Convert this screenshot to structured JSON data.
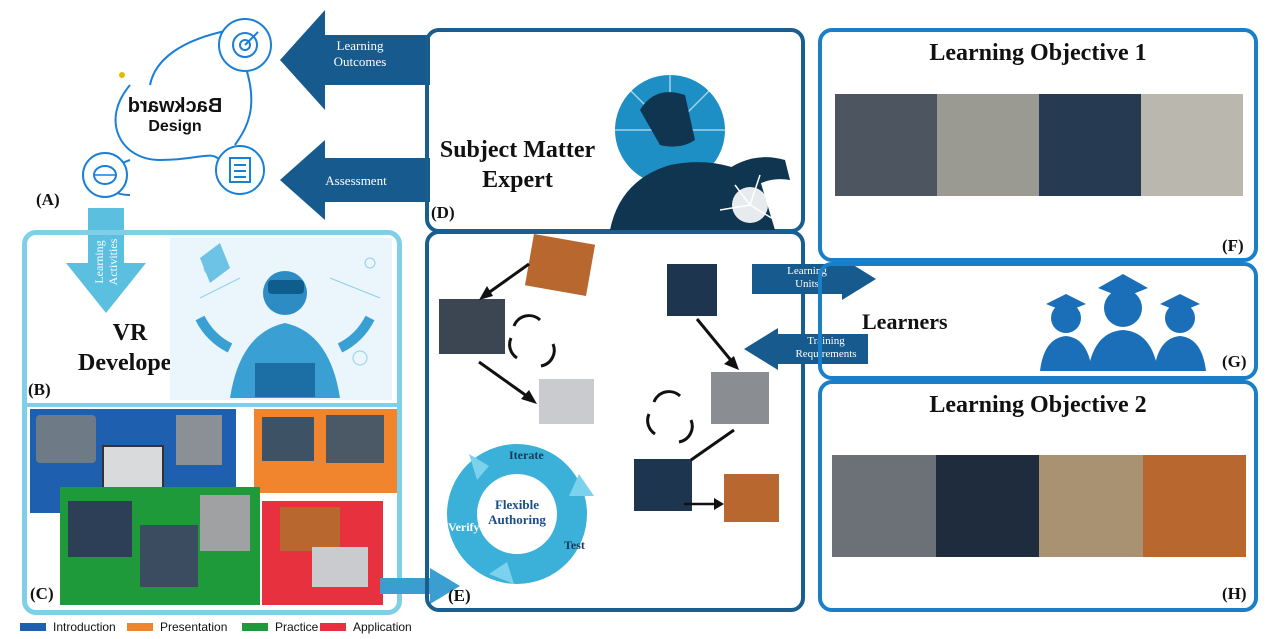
{
  "backward_design": {
    "line1": "Backward",
    "line2": "Design",
    "label": "(A)"
  },
  "arrows": {
    "learning_outcomes": [
      "Learning",
      "Outcomes"
    ],
    "assessment": "Assessment",
    "learning_activities": [
      "Learning",
      "Activities"
    ],
    "learning_units": [
      "Learning",
      "Units"
    ],
    "training_requirements": [
      "Training",
      "Requirements"
    ]
  },
  "panels": {
    "sme": {
      "title_line1": "Subject Matter",
      "title_line2": "Expert",
      "label": "(D)"
    },
    "vr_dev": {
      "title_line1": "VR",
      "title_line2": "Developer",
      "label": "(B)"
    },
    "scenes": {
      "label": "(C)"
    },
    "authoring": {
      "label": "(E)",
      "center_line1": "Flexible",
      "center_line2": "Authoring",
      "iterate": "Iterate",
      "test": "Test",
      "verify": "Verify"
    },
    "lo1": {
      "title": "Learning Objective 1",
      "label": "(F)"
    },
    "learners": {
      "title": "Learners",
      "label": "(G)"
    },
    "lo2": {
      "title": "Learning Objective 2",
      "label": "(H)"
    }
  },
  "legend": [
    {
      "label": "Introduction",
      "color": "#1f5fb0"
    },
    {
      "label": "Presentation",
      "color": "#f0852d"
    },
    {
      "label": "Practice",
      "color": "#1f9a3a"
    },
    {
      "label": "Application",
      "color": "#e8313e"
    }
  ],
  "colors": {
    "dark_blue": "#175a8e",
    "light_blue": "#5bbfe0",
    "panel_border": "#1a5d8f"
  }
}
